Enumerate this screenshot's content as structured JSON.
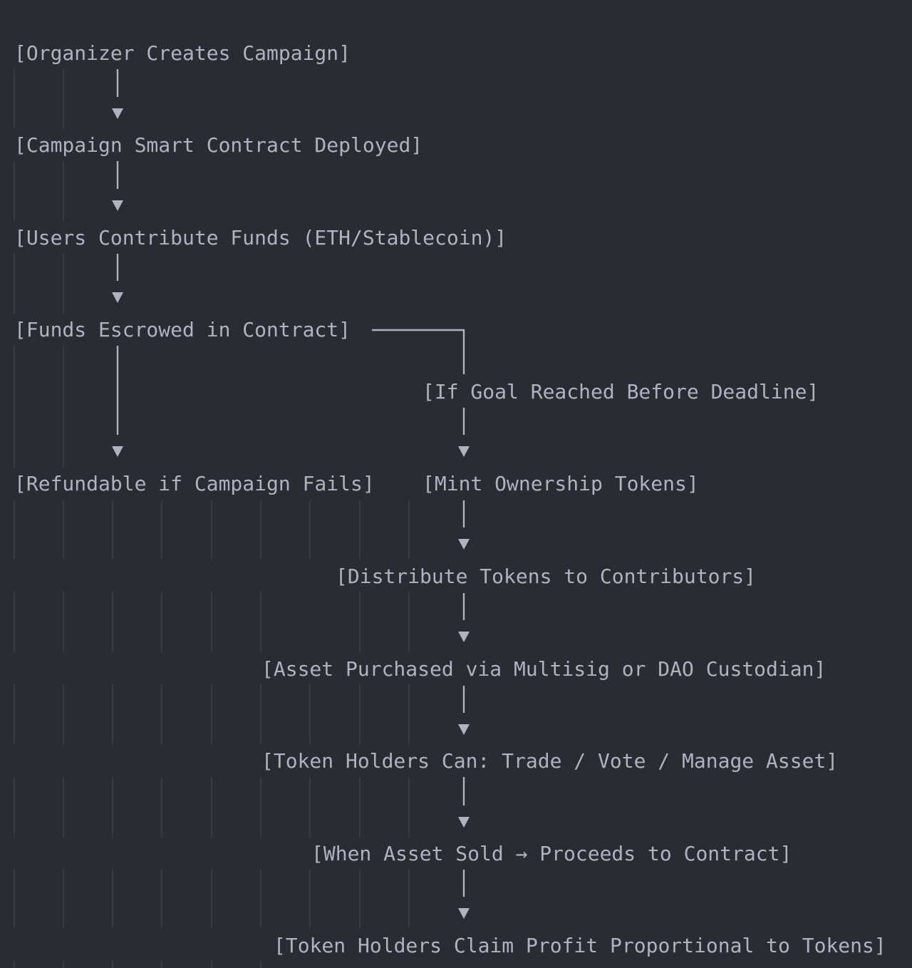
{
  "diagram": {
    "nodes": [
      {
        "id": "organizer",
        "label": "[Organizer Creates Campaign]"
      },
      {
        "id": "deployed",
        "label": "[Campaign Smart Contract Deployed]"
      },
      {
        "id": "contribute",
        "label": "[Users Contribute Funds (ETH/Stablecoin)]"
      },
      {
        "id": "escrow",
        "label": "[Funds Escrowed in Contract]"
      },
      {
        "id": "goal",
        "label": "[If Goal Reached Before Deadline]"
      },
      {
        "id": "refund",
        "label": "[Refundable if Campaign Fails]"
      },
      {
        "id": "mint",
        "label": "[Mint Ownership Tokens]"
      },
      {
        "id": "distribute",
        "label": "[Distribute Tokens to Contributors]"
      },
      {
        "id": "asset",
        "label": "[Asset Purchased via Multisig or DAO Custodian]"
      },
      {
        "id": "holders",
        "label": "[Token Holders Can: Trade / Vote / Manage Asset]"
      },
      {
        "id": "sold",
        "label": "[When Asset Sold → Proceeds to Contract]"
      },
      {
        "id": "claim",
        "label": "[Token Holders Claim Profit Proportional to Tokens]"
      }
    ],
    "edges": [
      {
        "from": "organizer",
        "to": "deployed"
      },
      {
        "from": "deployed",
        "to": "contribute"
      },
      {
        "from": "contribute",
        "to": "escrow"
      },
      {
        "from": "escrow",
        "to": "refund"
      },
      {
        "from": "escrow",
        "to": "goal"
      },
      {
        "from": "goal",
        "to": "mint"
      },
      {
        "from": "mint",
        "to": "distribute"
      },
      {
        "from": "distribute",
        "to": "asset"
      },
      {
        "from": "asset",
        "to": "holders"
      },
      {
        "from": "holders",
        "to": "sold"
      },
      {
        "from": "sold",
        "to": "claim"
      }
    ]
  }
}
